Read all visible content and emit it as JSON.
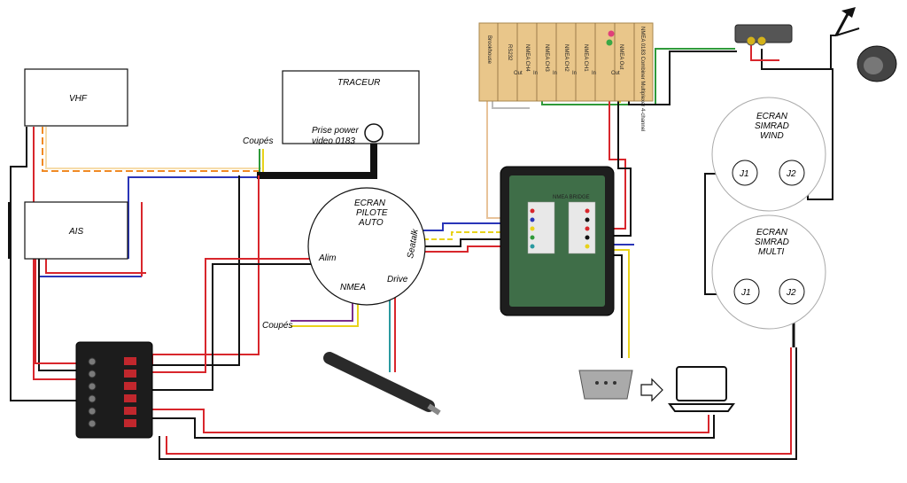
{
  "boxes": {
    "vhf": "VHF",
    "tracer": "TRACEUR",
    "tracer_port_1": "Prise power",
    "tracer_port_2": "video 0183",
    "ais": "AIS"
  },
  "labels": {
    "cut_top": "Coupés",
    "cut_bottom": "Coupés",
    "alim": "Alim",
    "nmea": "NMEA",
    "drive": "Drive",
    "seatalk": "Seatalk"
  },
  "autopilot": {
    "line1": "ECRAN",
    "line2": "PILOTE",
    "line3": "AUTO"
  },
  "wind": {
    "line1": "ECRAN",
    "line2": "SIMRAD",
    "line3": "WIND",
    "j1": "J1",
    "j2": "J2"
  },
  "multi": {
    "line1": "ECRAN",
    "line2": "SIMRAD",
    "line3": "MULTI",
    "j1": "J1",
    "j2": "J2"
  },
  "multiplexer": {
    "brand": "Brookhouse",
    "columns": [
      "NMEA 0183 Combiner Multiplexer 4-channel",
      "NMEA CH1",
      "NMEA CH2",
      "NMEA CH3",
      "NMEA CH4",
      "RS232",
      "NMEA Out"
    ],
    "io_labels": [
      "In",
      "In",
      "In",
      "In",
      "Out",
      "Out"
    ]
  },
  "bridge": {
    "label": "NMEA BRIDGE"
  },
  "colors": {
    "red": "#d8262c",
    "black": "#111111",
    "blue": "#2a35b8",
    "green": "#2f9a3a",
    "yellow": "#e8d21a",
    "orange": "#f08a24",
    "purple": "#7a2d8a",
    "teal": "#2a9aa0",
    "beige": "#f6dcaa"
  }
}
